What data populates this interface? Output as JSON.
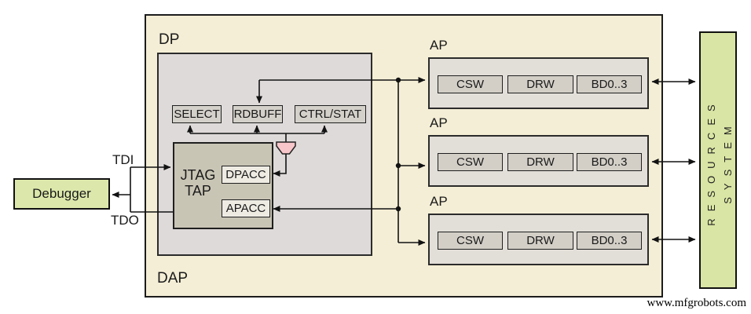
{
  "diagram": {
    "title_labels": {
      "dap": "DAP",
      "dp": "DP"
    },
    "debugger": {
      "label": "Debugger"
    },
    "signals": {
      "tdi": "TDI",
      "tdo": "TDO"
    },
    "jtag_tap": {
      "line1": "JTAG",
      "line2": "TAP"
    },
    "dp_registers": [
      "SELECT",
      "RDBUFF",
      "CTRL/STAT"
    ],
    "tap_registers": {
      "dpacc": "DPACC",
      "apacc": "APACC"
    },
    "aps": [
      {
        "label": "AP",
        "registers": [
          "CSW",
          "DRW",
          "BD0..3"
        ]
      },
      {
        "label": "AP",
        "registers": [
          "CSW",
          "DRW",
          "BD0..3"
        ]
      },
      {
        "label": "AP",
        "registers": [
          "CSW",
          "DRW",
          "BD0..3"
        ]
      }
    ],
    "system_resources": {
      "line1": "SYSTEM",
      "line2": "RESOURCES"
    },
    "watermark": "www.mfgrobots.com",
    "colors": {
      "dap_fill": "#f4eed6",
      "dp_fill": "#dedad9",
      "register_fill": "#d4d0ca",
      "tap_fill": "#c9c5b5",
      "acc_register_fill": "#eeebe3",
      "ap_fill": "#e2ded8",
      "ap_register_fill": "#d3cfc7",
      "green_fill": "#d9e5a4",
      "mux_fill": "#f7c6ca",
      "line": "#121212"
    }
  }
}
